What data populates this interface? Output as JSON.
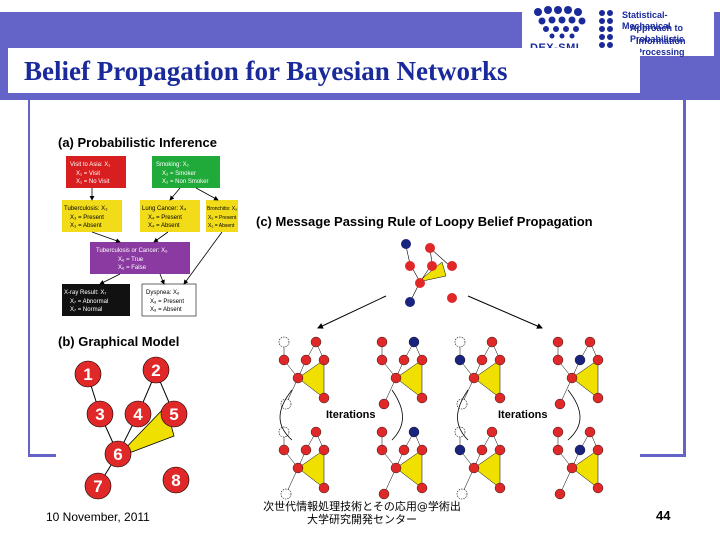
{
  "slide": {
    "title": "Belief Propagation for Bayesian Networks",
    "footer_date": "10 November, 2011",
    "footer_center_line1": "次世代情報処理技術とその応用@学術出",
    "footer_center_line2": "大学研究開発センター",
    "page_number": "44"
  },
  "logo": {
    "line1": "Statistical-Mechanical",
    "line2": "Approach to Probabilistic",
    "line3": "Information Processing",
    "dex": "DEX-SMI"
  },
  "figure": {
    "panel_a_title": "(a) Probabilistic Inference",
    "panel_b_title": "(b) Graphical Model",
    "panel_c_title": "(c) Message Passing Rule of Loopy Belief Propagation",
    "iterations_label": "Iterations",
    "nodes": {
      "visit": {
        "head": "Visit to Asia: X₁",
        "l1": "X₁ = Visit",
        "l2": "X₁ = No Visit"
      },
      "smoking": {
        "head": "Smoking: X₂",
        "l1": "X₂ = Smoker",
        "l2": "X₂ = Non Smoker"
      },
      "tb": {
        "head": "Tuberculosis: X₃",
        "l1": "X₃ = Present",
        "l2": "X₃ = Absent"
      },
      "lung": {
        "head": "Lung Cancer: X₄",
        "l1": "X₄ = Present",
        "l2": "X₄ = Absent"
      },
      "bronch": {
        "head": "Bronchitis: X₅",
        "l1": "X₅ = Present",
        "l2": "X₅ = Absent"
      },
      "tbcancer": {
        "head": "Tuberculosis or Cancer: X₆",
        "l1": "X₆ = True",
        "l2": "X₆ = False"
      },
      "xray": {
        "head": "X-ray Result: X₇",
        "l1": "X₇ = Abnormal",
        "l2": "X₇ = Normal"
      },
      "dysp": {
        "head": "Dyspnea: X₈",
        "l1": "X₈ = Present",
        "l2": "X₈ = Absent"
      }
    },
    "graph_labels": [
      "1",
      "2",
      "3",
      "4",
      "5",
      "6",
      "7",
      "8"
    ]
  },
  "colors": {
    "header": "#6464c8",
    "title_text": "#1a2a9a",
    "node_red": "#e02828",
    "triangle_yellow": "#f0e000",
    "node_blue": "#1a237e",
    "box_red": "#d81e1e",
    "box_green": "#1faa3a",
    "box_yellow": "#f2dc1a",
    "box_purple": "#8a3aa0",
    "box_black": "#111111"
  }
}
